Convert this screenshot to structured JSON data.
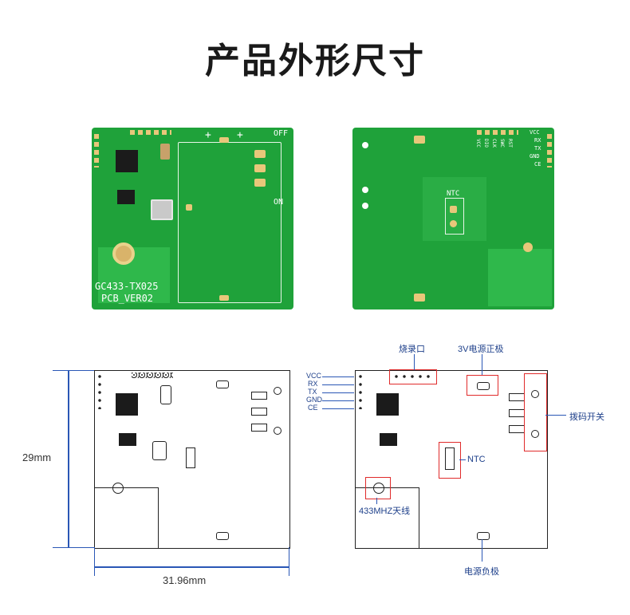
{
  "title": "产品外形尺寸",
  "front_board": {
    "silk_model": "GC433-TX025",
    "silk_version": "PCB_VER02",
    "silk_off": "OFF",
    "silk_on": "ON",
    "silk_plus1": "+",
    "silk_plus2": "+"
  },
  "back_board": {
    "silk_ntc": "NTC",
    "pins_right": [
      "VCC",
      "RX",
      "TX",
      "GND",
      "CE"
    ],
    "pins_top": [
      "VCC",
      "DIO",
      "CLK",
      "SWC",
      "RST"
    ]
  },
  "dimensions": {
    "height": "29mm",
    "width": "31.96mm"
  },
  "callouts": {
    "burn_port": "烧录口",
    "positive": "3V电源正极",
    "dip_switch": "拨码开关",
    "ntc": "NTC",
    "antenna": "433MHZ天线",
    "negative": "电源负极"
  },
  "pin_labels": [
    "VCC",
    "RX",
    "TX",
    "GND",
    "CE"
  ]
}
